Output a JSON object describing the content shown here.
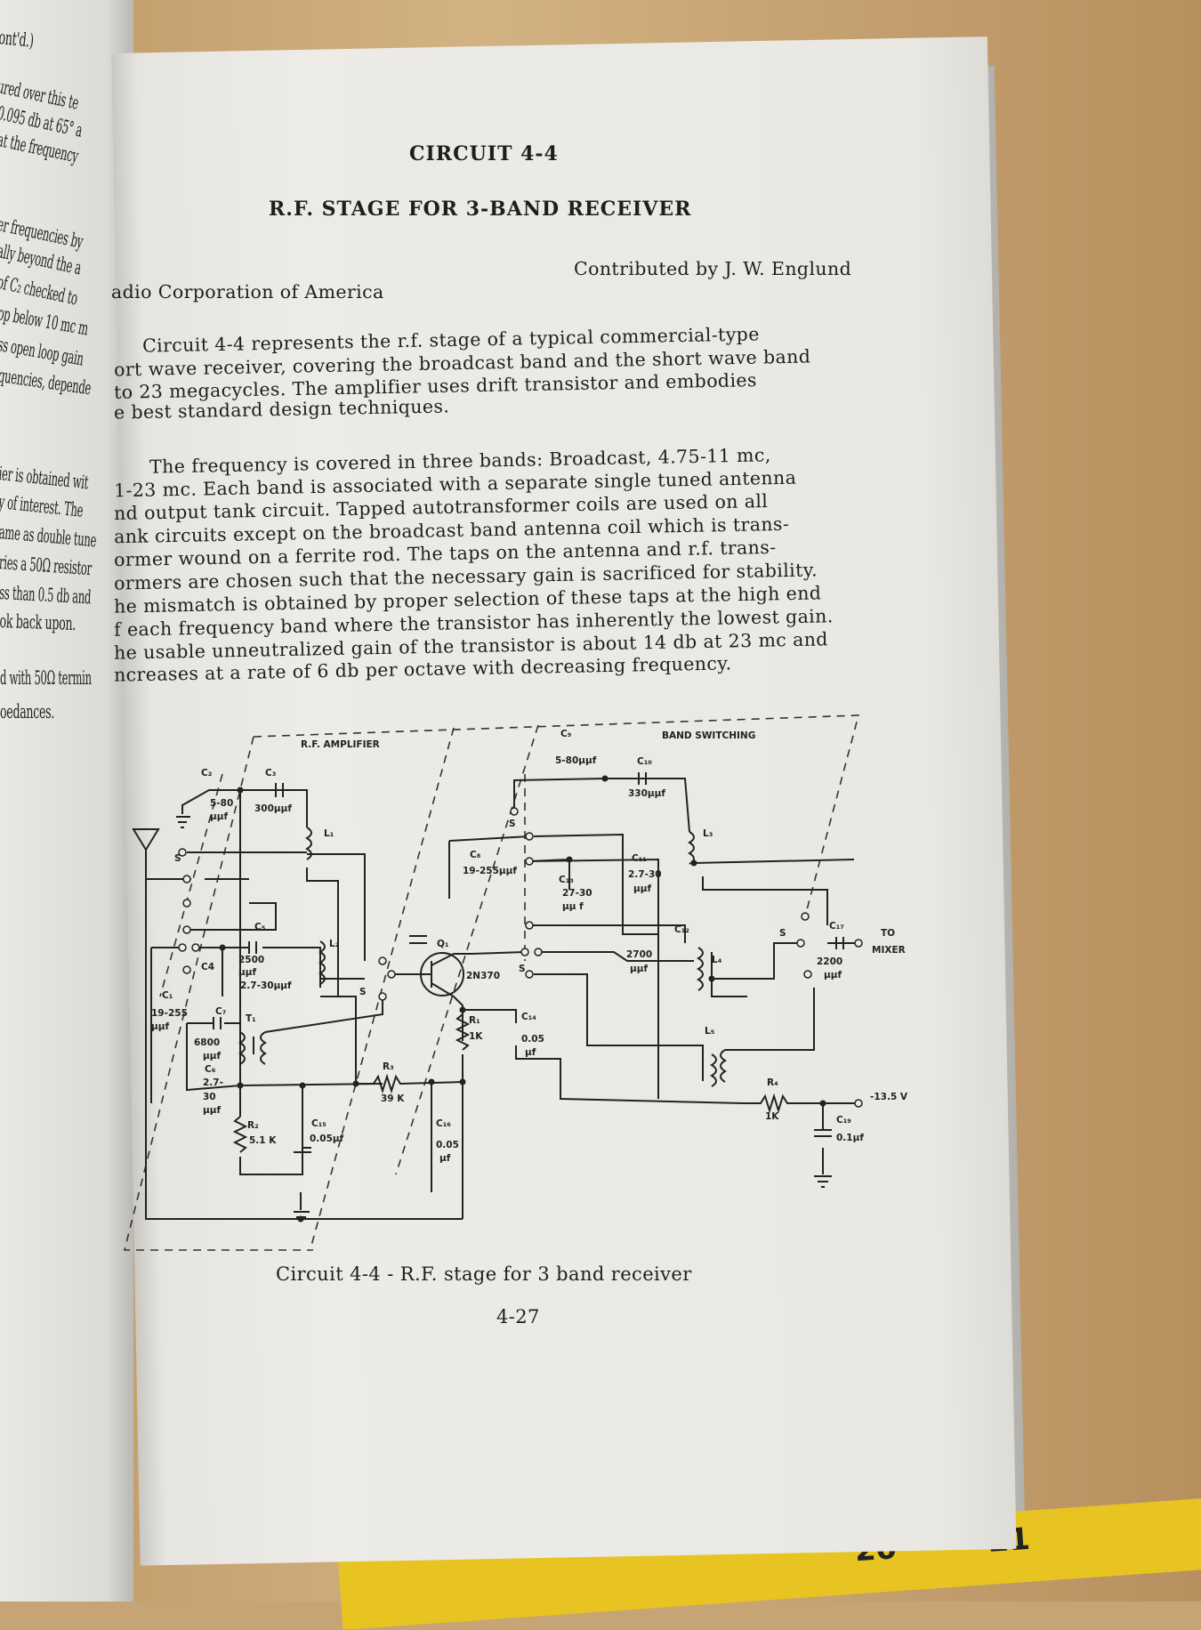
{
  "left_page": {
    "lines": [
      "ont'd.)",
      "ured over this te",
      "0.095 db at 65° a",
      "at the frequency",
      "er frequencies by",
      "ally beyond the a",
      "of C₂ checked to",
      "op below 10 mc m",
      "ss open loop gain",
      "quencies, depende",
      "ier is obtained wit",
      "y of interest. The",
      "ame as double tune",
      "ries a 50Ω resistor",
      "ss than 0.5 db and",
      "ok back upon.",
      "d with 50Ω termin",
      "oedances."
    ]
  },
  "page": {
    "heading": "CIRCUIT 4-4",
    "title": "R.F. STAGE FOR 3-BAND RECEIVER",
    "organization": "adio Corporation of America",
    "contributor": "Contributed by J. W. Englund",
    "paragraph1": [
      "Circuit 4-4 represents the r.f. stage of a typical commercial-type",
      "ort wave receiver, covering the broadcast band and the short wave band",
      "to 23 megacycles.  The amplifier uses drift transistor and embodies",
      "e best standard design techniques."
    ],
    "paragraph2": [
      "The frequency is covered in three bands:  Broadcast, 4.75-11 mc,",
      "1-23 mc.  Each band is associated with a separate single tuned antenna",
      "nd output tank circuit.  Tapped autotransformer coils are used on all",
      "ank circuits except on the broadcast band antenna coil which is trans-",
      "ormer wound on a ferrite rod.  The taps on the antenna and r.f. trans-",
      "ormers are chosen such that the necessary gain is sacrificed for stability.",
      "he mismatch is obtained by proper selection of these taps at the high end",
      "f each frequency band where the transistor has inherently the lowest gain.",
      "he usable unneutralized gain of the transistor is about 14 db at 23 mc and",
      "ncreases at a rate of 6 db per octave with decreasing frequency."
    ],
    "caption": "Circuit 4-4 - R.F. stage for 3 band receiver",
    "page_number": "4-27"
  },
  "diagram": {
    "rf_amplifier": "R.F. AMPLIFIER",
    "band_switching": "BAND SWITCHING",
    "c1": "C₁",
    "c1_val1": "19-255",
    "c1_val2": "µµf",
    "c2": "C₂",
    "c2_val1": "5-80",
    "c2_val2": "µµf",
    "c3": "C₃",
    "c3_val": "300µµf",
    "l1": "L₁",
    "l2": "L₂",
    "l3": "L₃",
    "l4": "L₄",
    "l5": "L₅",
    "s": "S",
    "c4": "C4",
    "c5": "C₅",
    "c5_val1": "2500",
    "c5_val2": "µµf",
    "c4_val": "2.7-30µµf",
    "c7": "C₇",
    "t1": "T₁",
    "c7_val1": "6800",
    "c7_val2": "µµf",
    "c6": "C₆",
    "c6_val1": "2.7-",
    "c6_val2": "30",
    "c6_val3": "µµf",
    "r2": "R₂",
    "r2_val": "5.1 K",
    "c15": "C₁₅",
    "c15_val": "0.05µf",
    "r3": "R₃",
    "r3_val": "39 K",
    "c16": "C₁₆",
    "c16_val1": "0.05",
    "c16_val2": "µf",
    "q1": "Q₁",
    "q1_val": "2N370",
    "r1": "R₁",
    "r1_val": "1K",
    "c14": "C₁₄",
    "c14_val1": "0.05",
    "c14_val2": "µf",
    "c8": "C₈",
    "c8_val": "19-255µµf",
    "c9": "C₉",
    "c9_val": "5-80µµf",
    "c10": "C₁₀",
    "c10_val": "330µµf",
    "c13": "C₁₃",
    "c13_val1": "27-30",
    "c13_val2": "µµ f",
    "c11": "C₁₁",
    "c11_val1": "2.7-30",
    "c11_val2": "µµf",
    "c12": "C₁₂",
    "c12_val1": "2700",
    "c12_val2": "µµf",
    "c17": "C₁₇",
    "c17_val1": "2200",
    "c17_val2": "µµf",
    "to_mixer1": "TO",
    "to_mixer2": "MIXER",
    "r4": "R₄",
    "r4_val": "1K",
    "supply": "-13.5 V",
    "c19": "C₁₉",
    "c19_val": "0.1µf"
  },
  "ruler": {
    "n1": "20",
    "n2": "21"
  }
}
